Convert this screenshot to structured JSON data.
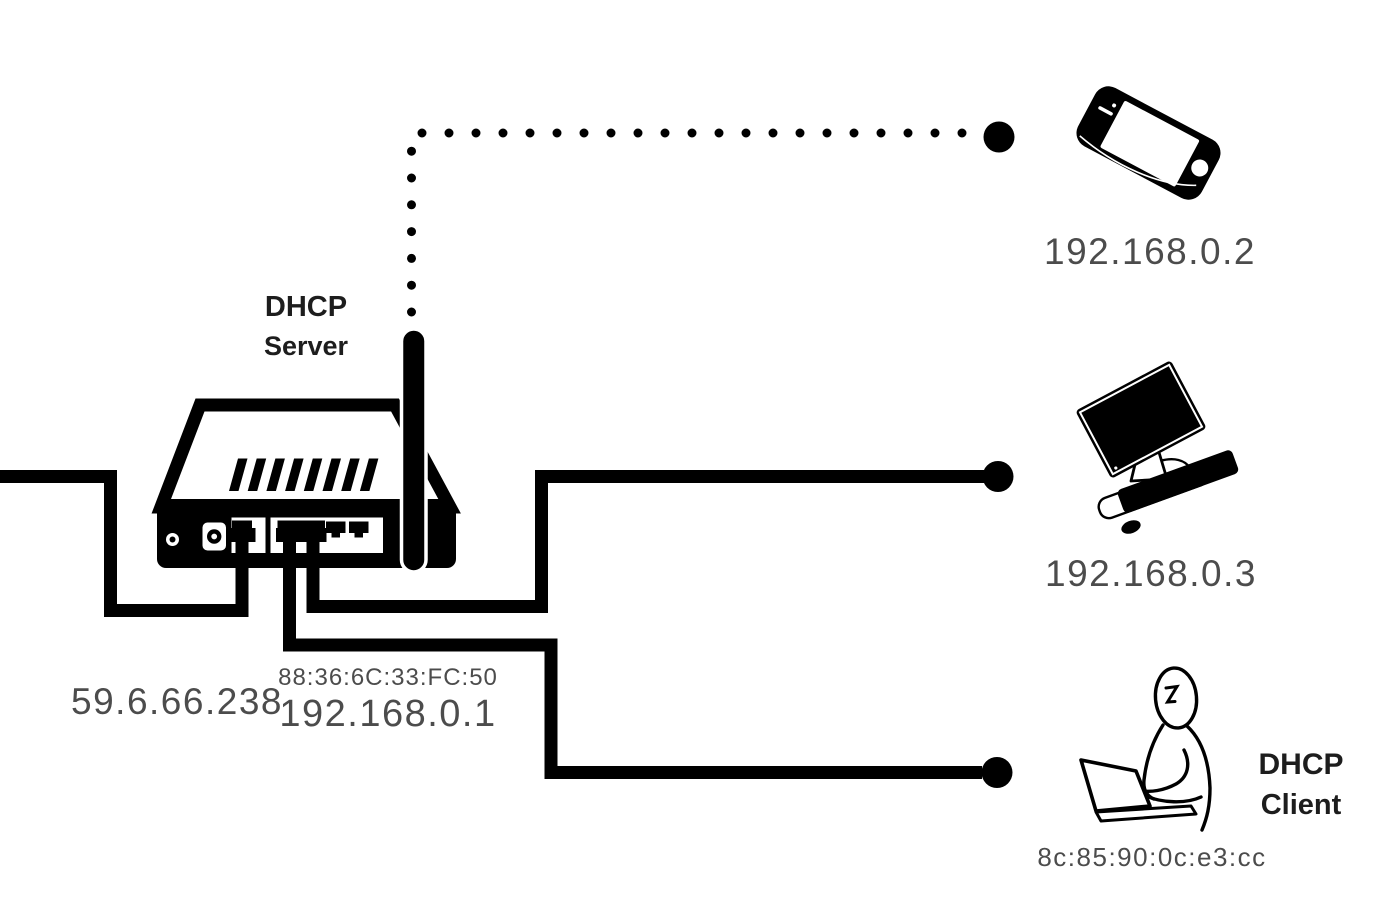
{
  "labels": {
    "server_line1": "DHCP",
    "server_line2": "Server",
    "client_line1": "DHCP",
    "client_line2": "Client",
    "router_wan_ip": "59.6.66.238",
    "router_mac": "88:36:6C:33:FC:50",
    "router_lan_ip": "192.168.0.1",
    "phone_ip": "192.168.0.2",
    "desktop_ip": "192.168.0.3",
    "laptop_mac": "8c:85:90:0c:e3:cc"
  },
  "colors": {
    "ink": "#000000",
    "text_gray": "#4c4c4c",
    "text_dark": "#1d1d1d",
    "background": "#ffffff"
  },
  "icons": [
    "router-icon",
    "antenna-icon",
    "smartphone-icon",
    "desktop-computer-icon",
    "laptop-user-icon"
  ],
  "links": [
    {
      "type": "wired",
      "from": "router-wan-port",
      "to": "left-edge",
      "label": "59.6.66.238"
    },
    {
      "type": "wireless-dotted",
      "from": "router-antenna",
      "to": "smartphone",
      "label": "192.168.0.2"
    },
    {
      "type": "wired",
      "from": "router-lan-port-2",
      "to": "desktop-computer",
      "label": "192.168.0.3"
    },
    {
      "type": "wired",
      "from": "router-lan-port-1",
      "to": "laptop-user",
      "label": "8c:85:90:0c:e3:cc"
    }
  ]
}
